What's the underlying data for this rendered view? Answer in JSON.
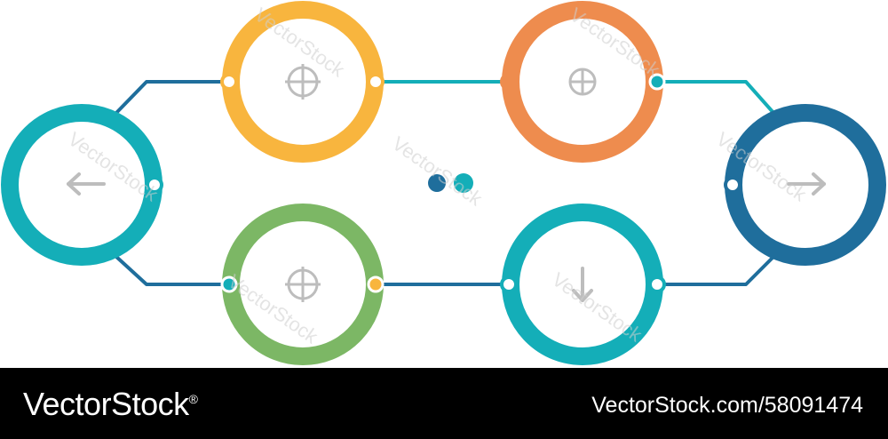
{
  "colors": {
    "teal": "#14aeb8",
    "yellow": "#f8b53e",
    "orange": "#ee8c4e",
    "blue": "#1f6e9c",
    "green": "#7cb765",
    "icon": "#bdbdbd",
    "background": "#ffffff",
    "footer": "#000000"
  },
  "nodes": [
    {
      "id": "left",
      "color": "teal",
      "icon": "arrow-left-icon"
    },
    {
      "id": "top-left",
      "color": "yellow",
      "icon": "crosshair-icon"
    },
    {
      "id": "top-right",
      "color": "orange",
      "icon": "crosshair-icon"
    },
    {
      "id": "right",
      "color": "blue",
      "icon": "arrow-right-icon"
    },
    {
      "id": "bottom-right",
      "color": "teal",
      "icon": "arrow-down-icon"
    },
    {
      "id": "bottom-left",
      "color": "green",
      "icon": "crosshair-icon"
    }
  ],
  "center_dots": [
    "blue",
    "teal"
  ],
  "watermark": "VectorStock",
  "footer": {
    "brand": "VectorStock",
    "brand_mark": "®",
    "image_id": "VectorStock.com/58091474"
  }
}
